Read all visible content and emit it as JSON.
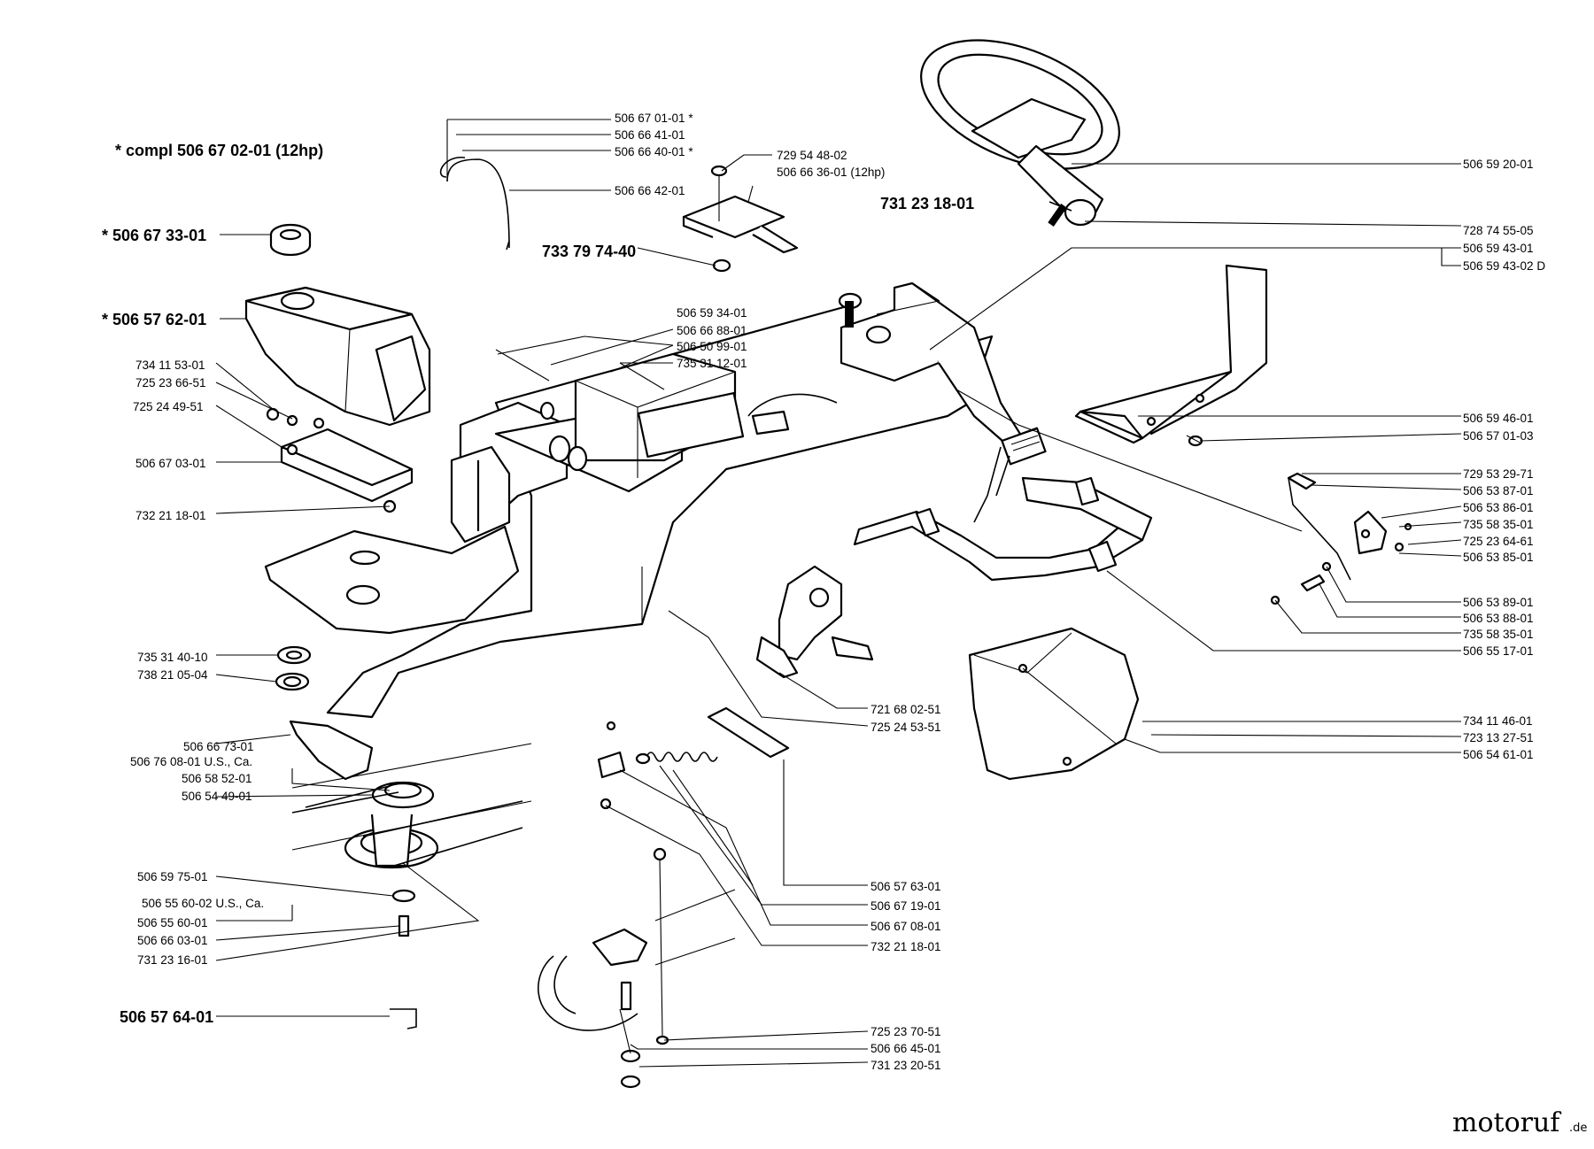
{
  "note": "* compl 506 67 02-01 (12hp)",
  "labels_left": [
    {
      "key": "l1",
      "text": "* 506 67 33-01",
      "big": true
    },
    {
      "key": "l2",
      "text": "* 506 57 62-01",
      "big": true
    },
    {
      "key": "l3",
      "text": "734 11 53-01"
    },
    {
      "key": "l4",
      "text": "725 23 66-51"
    },
    {
      "key": "l5",
      "text": "725 24 49-51"
    },
    {
      "key": "l6",
      "text": "506 67 03-01"
    },
    {
      "key": "l7",
      "text": "732 21 18-01"
    },
    {
      "key": "l8",
      "text": "735 31 40-10"
    },
    {
      "key": "l9",
      "text": "738 21 05-04"
    },
    {
      "key": "l10",
      "text": "506 66 73-01"
    },
    {
      "key": "l11",
      "text": "506 76 08-01 U.S., Ca."
    },
    {
      "key": "l12",
      "text": "506 58 52-01"
    },
    {
      "key": "l13",
      "text": "506 54 49-01"
    },
    {
      "key": "l14",
      "text": "506 59 75-01"
    },
    {
      "key": "l15",
      "text": "506 55 60-02 U.S., Ca."
    },
    {
      "key": "l16",
      "text": "506 55 60-01"
    },
    {
      "key": "l17",
      "text": "506 66 03-01"
    },
    {
      "key": "l18",
      "text": "731 23 16-01"
    },
    {
      "key": "l19",
      "text": "506 57 64-01",
      "big": true
    }
  ],
  "labels_top": [
    {
      "key": "t1",
      "text": "506 67 01-01 *"
    },
    {
      "key": "t2",
      "text": "506 66 41-01"
    },
    {
      "key": "t3",
      "text": "506 66 40-01 *"
    },
    {
      "key": "t4",
      "text": "506 66 42-01"
    },
    {
      "key": "t5",
      "text": "729 54 48-02"
    },
    {
      "key": "t6",
      "text": "506 66 36-01 (12hp)"
    },
    {
      "key": "t7",
      "text": "733 79 74-40",
      "big": true
    },
    {
      "key": "t8",
      "text": "731 23 18-01",
      "big": true
    },
    {
      "key": "t9",
      "text": "506 59 34-01"
    },
    {
      "key": "t10",
      "text": "506 66 88-01"
    },
    {
      "key": "t11",
      "text": "506 50 99-01"
    },
    {
      "key": "t12",
      "text": "735 31 12-01"
    }
  ],
  "labels_right": [
    {
      "key": "r1",
      "text": "506 59 20-01"
    },
    {
      "key": "r2",
      "text": "728 74 55-05"
    },
    {
      "key": "r3",
      "text": "506 59 43-01"
    },
    {
      "key": "r4",
      "text": "506 59 43-02 D"
    },
    {
      "key": "r5",
      "text": "506 59 46-01"
    },
    {
      "key": "r6",
      "text": "506 57 01-03"
    },
    {
      "key": "r7",
      "text": "729 53 29-71"
    },
    {
      "key": "r8",
      "text": "506 53 87-01"
    },
    {
      "key": "r9",
      "text": "506 53 86-01"
    },
    {
      "key": "r10",
      "text": "735 58 35-01"
    },
    {
      "key": "r11",
      "text": "725 23 64-61"
    },
    {
      "key": "r12",
      "text": "506 53 85-01"
    },
    {
      "key": "r13",
      "text": "506 53 89-01"
    },
    {
      "key": "r14",
      "text": "506 53 88-01"
    },
    {
      "key": "r15",
      "text": "735 58 35-01"
    },
    {
      "key": "r16",
      "text": "506 55 17-01"
    },
    {
      "key": "r17",
      "text": "734 11 46-01"
    },
    {
      "key": "r18",
      "text": "723 13 27-51"
    },
    {
      "key": "r19",
      "text": "506 54 61-01"
    }
  ],
  "labels_center": [
    {
      "key": "c1",
      "text": "721 68 02-51"
    },
    {
      "key": "c2",
      "text": "725 24 53-51"
    },
    {
      "key": "c3",
      "text": "506 57 63-01"
    },
    {
      "key": "c4",
      "text": "506 67 19-01"
    },
    {
      "key": "c5",
      "text": "506 67 08-01"
    },
    {
      "key": "c6",
      "text": "732 21 18-01"
    },
    {
      "key": "c7",
      "text": "725 23 70-51"
    },
    {
      "key": "c8",
      "text": "506 66 45-01"
    },
    {
      "key": "c9",
      "text": "731 23 20-51"
    }
  ],
  "watermark": {
    "main": "motoruf",
    "suffix": ".de",
    "dot_colors": [
      "#e30613",
      "#f39200",
      "#3aaa35",
      "#009fe3"
    ]
  }
}
